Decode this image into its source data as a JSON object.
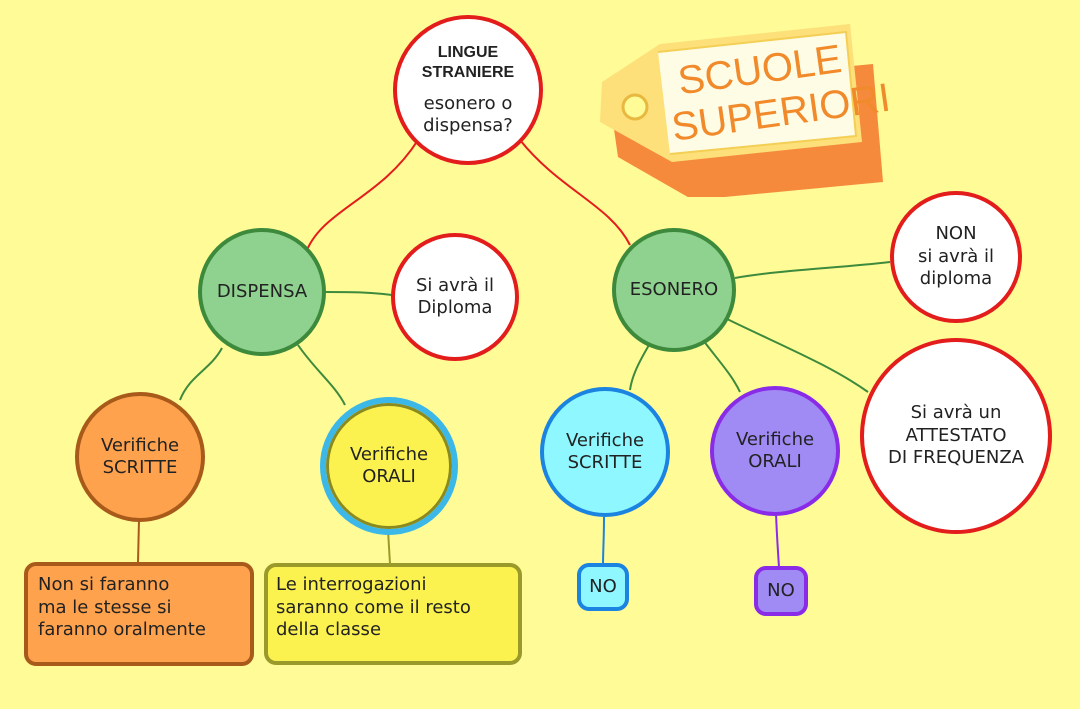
{
  "colors": {
    "background": "#fffb96",
    "red": "#e31c1c",
    "green_fill": "#8fd18f",
    "green_border": "#3d8a3d",
    "orange_fill": "#ffa24d",
    "orange_border": "#a85a1a",
    "yellow_fill": "#fbf24f",
    "cyan_border": "#3bb7e8",
    "aqua_fill": "#8ef7ff",
    "blue_border": "#1b83e0",
    "purple_fill": "#a08bf5",
    "purple_border": "#8a2be8",
    "tag_orange": "#f08a2a"
  },
  "root": {
    "title": "LINGUE\nSTRANIERE",
    "question": "esonero o\ndispensa?"
  },
  "tag": {
    "text": "SCUOLE\nSUPERIORI"
  },
  "dispensa": {
    "label": "DISPENSA",
    "outcome": "Si avrà il\nDiploma",
    "written": {
      "label": "Verifiche\nSCRITTE",
      "note": "Non si faranno\nma le stesse si\nfaranno oralmente"
    },
    "oral": {
      "label": "Verifiche\nORALI",
      "note": "Le interrogazioni\nsaranno come il resto\ndella classe"
    }
  },
  "esonero": {
    "label": "ESONERO",
    "outcome_no": "NON\nsi avrà il\ndiploma",
    "outcome_attestato": "Si avrà un\nATTESTATO\nDI FREQUENZA",
    "written": {
      "label": "Verifiche\nSCRITTE",
      "note": "NO"
    },
    "oral": {
      "label": "Verifiche\nORALI",
      "note": "NO"
    }
  }
}
